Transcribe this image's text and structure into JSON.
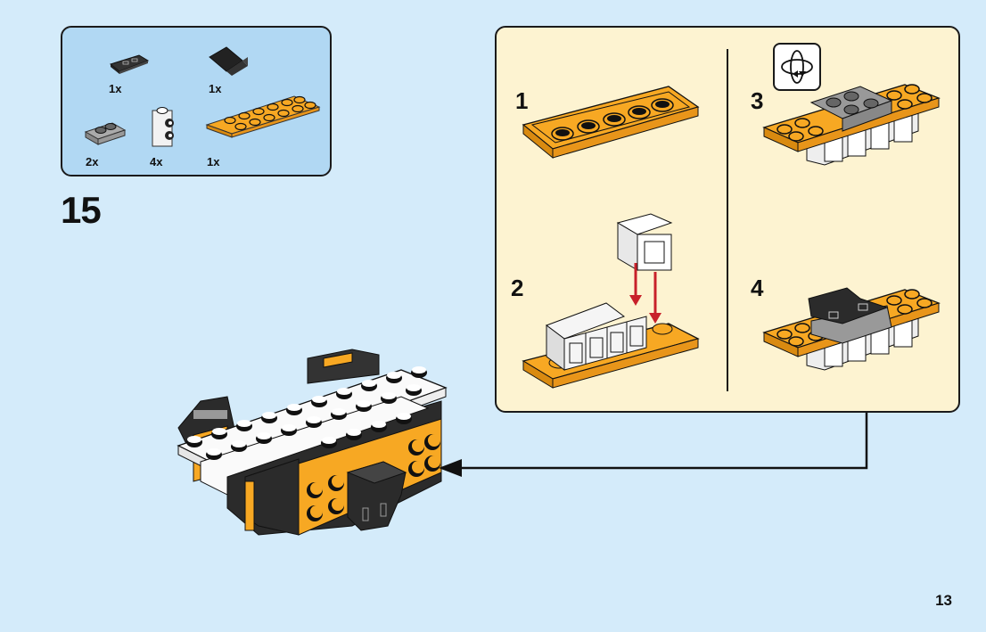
{
  "page": {
    "step_number": "15",
    "page_number": "13"
  },
  "parts_list": {
    "items": [
      {
        "name": "black-tile-1x2-printed",
        "quantity": "1x"
      },
      {
        "name": "black-slope-2x2",
        "quantity": "1x"
      },
      {
        "name": "gray-plate-1x2",
        "quantity": "2x"
      },
      {
        "name": "white-brick-1x1-side-studs",
        "quantity": "4x"
      },
      {
        "name": "orange-plate-2x6",
        "quantity": "1x"
      }
    ]
  },
  "sub_assembly": {
    "steps": [
      {
        "number": "1"
      },
      {
        "number": "2"
      },
      {
        "number": "3"
      },
      {
        "number": "4"
      }
    ],
    "rotate_icon": "rotate-model-icon"
  },
  "colors": {
    "background": "#d4ebfa",
    "parts_box": "#b1d8f3",
    "sub_panel": "#fdf3d1",
    "orange": "#f7a823",
    "arrow_red": "#c8202a",
    "outline": "#1a1a1a"
  }
}
